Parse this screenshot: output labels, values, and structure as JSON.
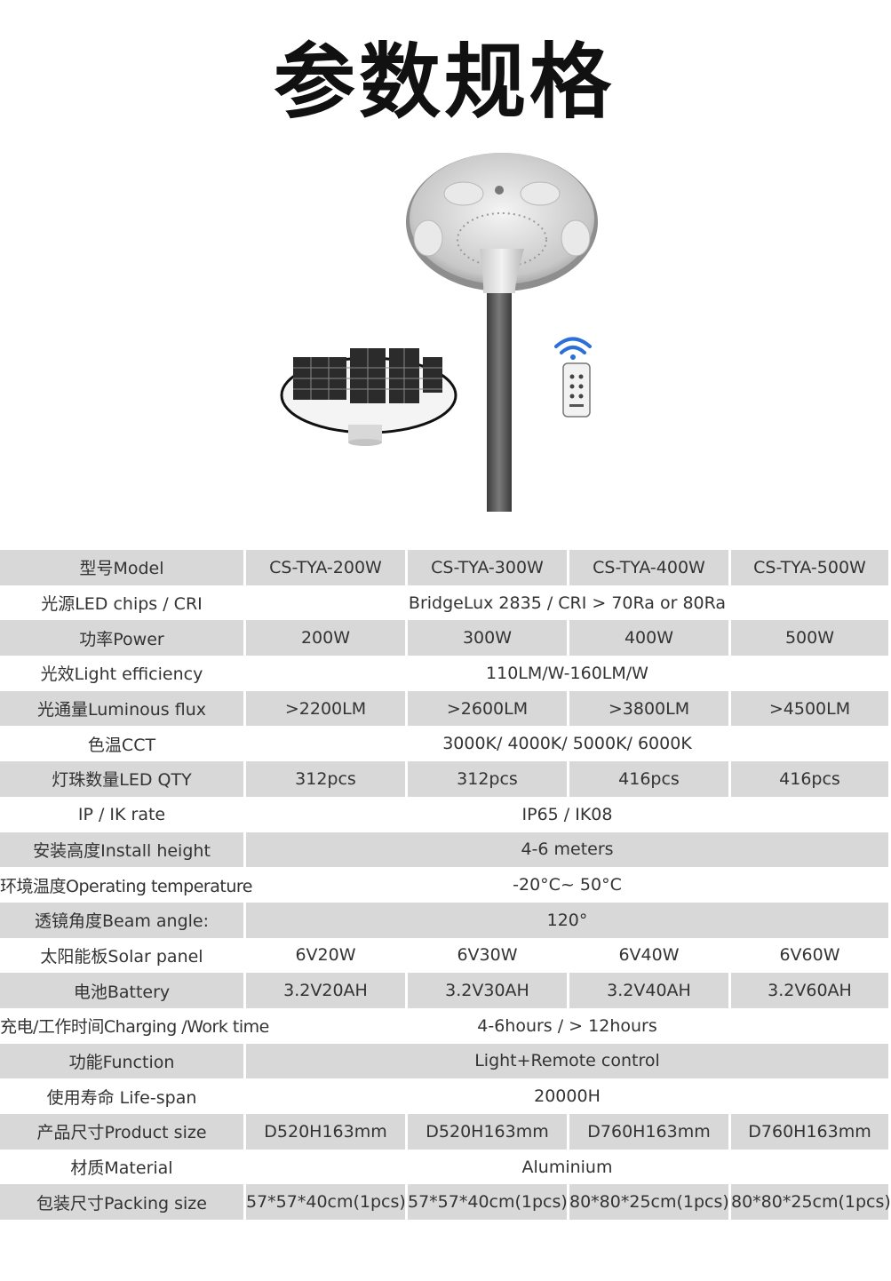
{
  "title": "参数规格",
  "spec": {
    "rows": [
      {
        "label": "型号Model",
        "values": [
          "CS-TYA-200W",
          "CS-TYA-300W",
          "CS-TYA-400W",
          "CS-TYA-500W"
        ]
      },
      {
        "label": "光源LED chips /  CRI",
        "span": "BridgeLux 2835  /  CRI > 70Ra or 80Ra"
      },
      {
        "label": "功率Power",
        "values": [
          "200W",
          "300W",
          "400W",
          "500W"
        ]
      },
      {
        "label": "光效Light efficiency",
        "span": "110LM/W-160LM/W"
      },
      {
        "label": "光通量Luminous flux",
        "values": [
          ">2200LM",
          ">2600LM",
          ">3800LM",
          ">4500LM"
        ]
      },
      {
        "label": "色温CCT",
        "span": "3000K/ 4000K/ 5000K/ 6000K"
      },
      {
        "label": "灯珠数量LED QTY",
        "values": [
          "312pcs",
          "312pcs",
          "416pcs",
          "416pcs"
        ]
      },
      {
        "label": "IP / IK rate",
        "span": "IP65  /  IK08"
      },
      {
        "label": "安装高度Install height",
        "span": "4-6 meters"
      },
      {
        "label": "环境温度Operating temperature",
        "span": "-20°C~ 50°C"
      },
      {
        "label": "透镜角度Beam angle:",
        "span": "120°"
      },
      {
        "label": "太阳能板Solar panel",
        "values": [
          "6V20W",
          "6V30W",
          "6V40W",
          "6V60W"
        ]
      },
      {
        "label": "电池Battery",
        "values": [
          "3.2V20AH",
          "3.2V30AH",
          "3.2V40AH",
          "3.2V60AH"
        ]
      },
      {
        "label": "充电/工作时间Charging /Work time",
        "span": "4-6hours  / > 12hours"
      },
      {
        "label": "功能Function",
        "span": "Light+Remote control"
      },
      {
        "label": "使用寿命 Life-span",
        "span": "20000H"
      },
      {
        "label": "产品尺寸Product size",
        "values": [
          "D520H163mm",
          "D520H163mm",
          "D760H163mm",
          "D760H163mm"
        ]
      },
      {
        "label": "材质Material",
        "span": "Aluminium"
      },
      {
        "label": "包装尺寸Packing size",
        "values": [
          "57*57*40cm(1pcs)",
          "57*57*40cm(1pcs)",
          "80*80*25cm(1pcs)",
          "80*80*25cm(1pcs)"
        ]
      }
    ]
  },
  "colors": {
    "row_gray": "#d8d8d8",
    "row_white": "#ffffff",
    "wifi_blue": "#2b6fd8"
  },
  "icons": [
    "solar-street-light-image",
    "solar-panel-image",
    "remote-control-icon",
    "wifi-signal-icon"
  ]
}
